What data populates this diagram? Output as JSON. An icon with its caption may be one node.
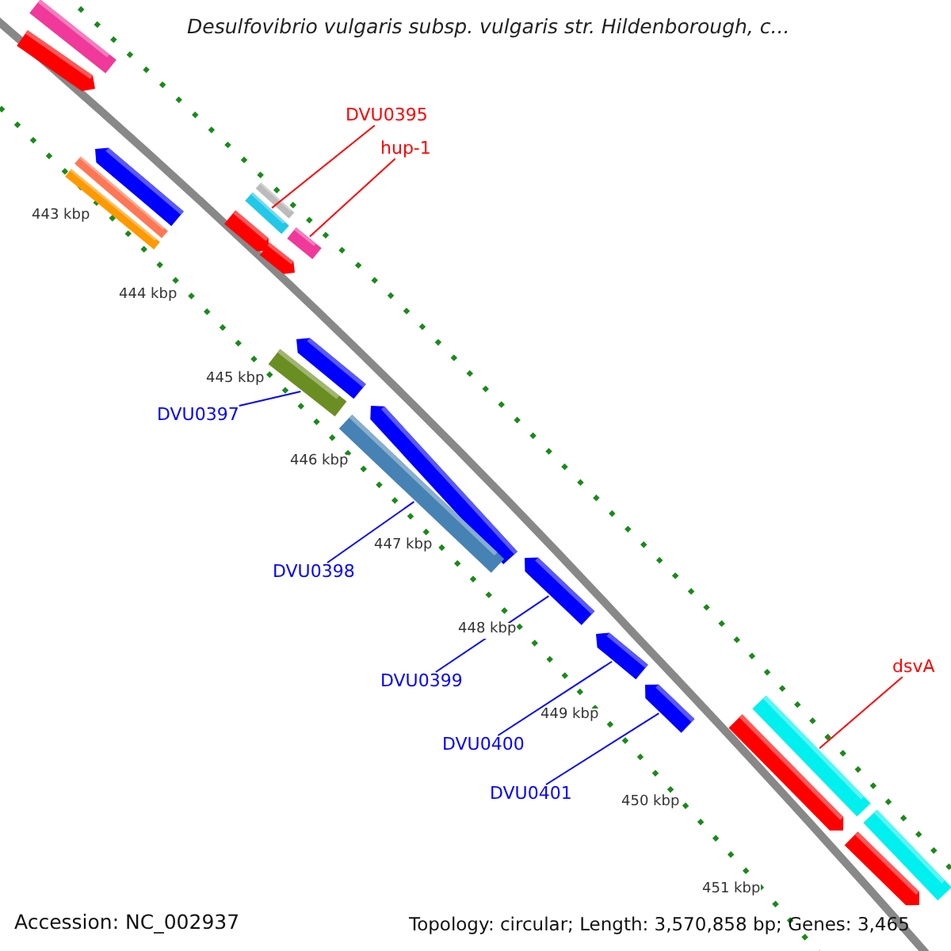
{
  "diagram": {
    "title": "Desulfovibrio vulgaris subsp. vulgaris str. Hildenborough, c...",
    "nodes": [
      {
        "text": [],
        "shape": "bar"
      },
      {
        "text": [],
        "shape": "bar"
      },
      {
        "text": [
          "DVU0395"
        ]
      },
      {
        "text": [
          "hup-1"
        ]
      },
      {
        "text": [],
        "shape": "bar"
      },
      {
        "text": [],
        "shape": "bar"
      },
      {
        "text": [],
        "shape": "bar"
      },
      {
        "text": [],
        "shape": "bar"
      },
      {
        "text": [],
        "shape": "bar"
      },
      {
        "text": [],
        "shape": "bar"
      },
      {
        "text": [],
        "shape": "bar"
      },
      {
        "text": [],
        "shape": "bar"
      },
      {
        "text": [],
        "shape": "bar"
      },
      {
        "text": [],
        "shape": "bar"
      },
      {
        "text": [
          "DVU0397"
        ]
      },
      {
        "text": [],
        "shape": "bar"
      },
      {
        "text": [],
        "shape": "bar"
      },
      {
        "text": [
          "DVU0398"
        ]
      },
      {
        "text": [],
        "shape": "bar"
      },
      {
        "text": [
          "DVU0399"
        ]
      },
      {
        "text": [],
        "shape": "bar"
      },
      {
        "text": [
          "DVU0400"
        ]
      },
      {
        "text": [],
        "shape": "bar"
      },
      {
        "text": [
          "DVU0401"
        ]
      },
      {
        "text": [
          "dsvA"
        ]
      },
      {
        "text": [],
        "shape": "bar"
      },
      {
        "text": [],
        "shape": "bar"
      },
      {
        "text": [],
        "shape": "bar"
      },
      {
        "text": [],
        "shape": "bar"
      }
    ],
    "edges": [
      {
        "from": 2,
        "to": 8,
        "arrow": "none",
        "color": "#ff0000"
      },
      {
        "from": 3,
        "to": 10,
        "arrow": "none",
        "color": "#ff0000"
      },
      {
        "from": 14,
        "to": 13,
        "arrow": "none"
      },
      {
        "from": 17,
        "to": 16,
        "arrow": "none"
      },
      {
        "from": 19,
        "to": 18,
        "arrow": "none"
      },
      {
        "from": 21,
        "to": 20,
        "arrow": "none"
      },
      {
        "from": 23,
        "to": 22,
        "arrow": "none"
      },
      {
        "from": 24,
        "to": 25,
        "arrow": "none",
        "color": "#ff0000"
      }
    ],
    "labels": [
      "443 kbp",
      "444 kbp",
      "445 kbp",
      "446 kbp",
      "447 kbp",
      "448 kbp",
      "449 kbp",
      "450 kbp",
      "451 kbp",
      "Accession: NC_002937",
      "Topology: circular; Length: 3,570,858 bp; Genes: 3,465"
    ]
  }
}
